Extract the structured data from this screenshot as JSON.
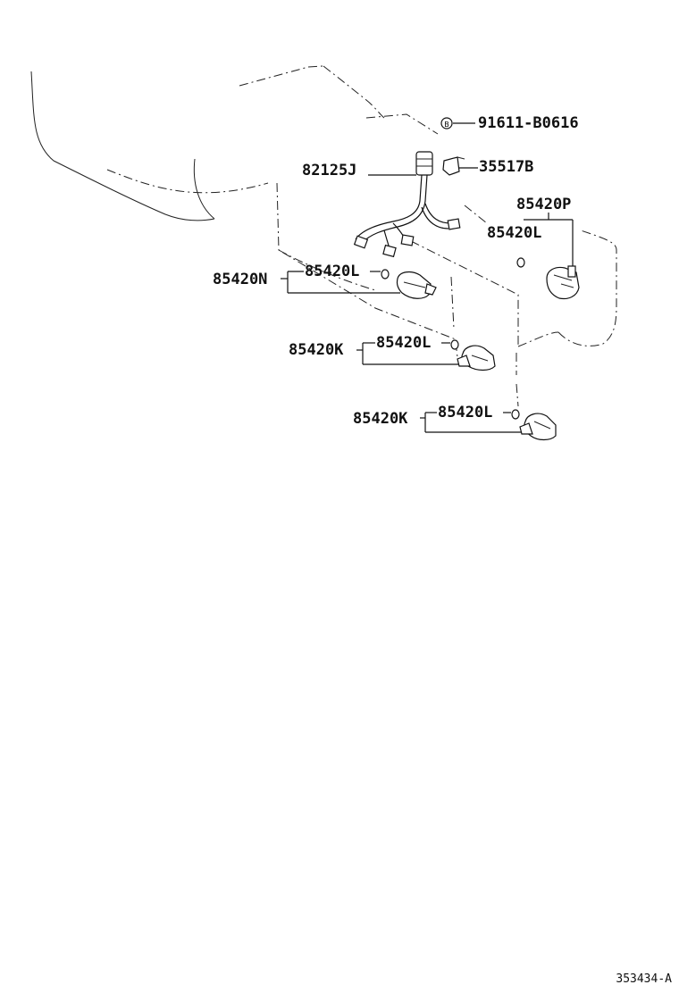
{
  "parts": {
    "bolt": "91611-B0616",
    "bolt_mark": "B",
    "wire_harness": "82125J",
    "bracket": "35517B",
    "sensor_p": "85420P",
    "sensor_n": "85420N",
    "sensor_k_upper": "85420K",
    "sensor_k_lower": "85420K",
    "retainer_right": "85420L",
    "retainer_n": "85420L",
    "retainer_k_upper": "85420L",
    "retainer_k_lower": "85420L"
  },
  "figure_id": "353434-A"
}
